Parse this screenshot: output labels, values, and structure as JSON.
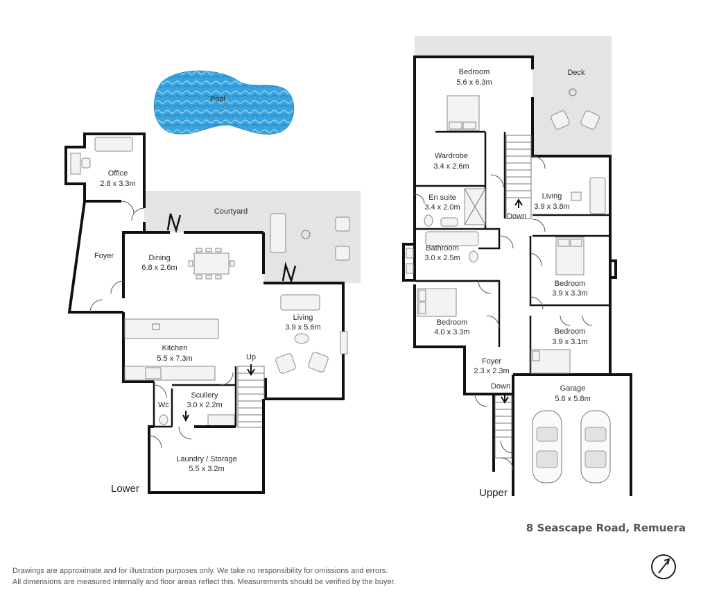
{
  "lower": {
    "floor_label": "Lower",
    "rooms": [
      {
        "name": "Pool",
        "size": ""
      },
      {
        "name": "Office",
        "size": "2.8 x 3.3m"
      },
      {
        "name": "Courtyard",
        "size": ""
      },
      {
        "name": "Foyer",
        "size": ""
      },
      {
        "name": "Dining",
        "size": "6.8 x 2.6m"
      },
      {
        "name": "Living",
        "size": "3.9 x 5.6m"
      },
      {
        "name": "Kitchen",
        "size": "5.5 x 7.3m"
      },
      {
        "name": "Up",
        "size": ""
      },
      {
        "name": "Wc",
        "size": ""
      },
      {
        "name": "Scullery",
        "size": "3.0 x 2.2m"
      },
      {
        "name": "Laundry / Storage",
        "size": "5.5 x 3.2m"
      }
    ]
  },
  "upper": {
    "floor_label": "Upper",
    "rooms": [
      {
        "name": "Bedroom",
        "size": "5.6 x 6.3m"
      },
      {
        "name": "Deck",
        "size": ""
      },
      {
        "name": "Wardrobe",
        "size": "3.4 x 2.6m"
      },
      {
        "name": "Living",
        "size": "3.9 x 3.8m"
      },
      {
        "name": "En suite",
        "size": "3.4 x 2.0m"
      },
      {
        "name": "Down",
        "size": ""
      },
      {
        "name": "Bathroom",
        "size": "3.0 x 2.5m"
      },
      {
        "name": "Bedroom",
        "size": "3.9 x 3.3m"
      },
      {
        "name": "Bedroom",
        "size": "4.0 x 3.3m"
      },
      {
        "name": "Bedroom",
        "size": "3.9 x 3.1m"
      },
      {
        "name": "Foyer",
        "size": "2.3 x 2.3m"
      },
      {
        "name": "Down",
        "size": ""
      },
      {
        "name": "Garage",
        "size": "5.6 x 5.8m"
      }
    ]
  },
  "address": "8 Seascape Road, Remuera",
  "disclaimer": {
    "line1": "Drawings are approximate and for illustration purposes only. We take no responsibility for omissions and errors.",
    "line2": "All dimensions are measured internally and floor areas reflect this. Measurements should be verified by the buyer."
  },
  "colors": {
    "wall": "#111111",
    "outdoor_fill": "#e4e4e4",
    "pool_fill": "#3aa3dd",
    "text": "#2b2b2b"
  },
  "icons": [
    "compass-icon",
    "door-arc-icon",
    "bed-icon",
    "sofa-icon",
    "car-icon",
    "stair-arrow-icon"
  ]
}
